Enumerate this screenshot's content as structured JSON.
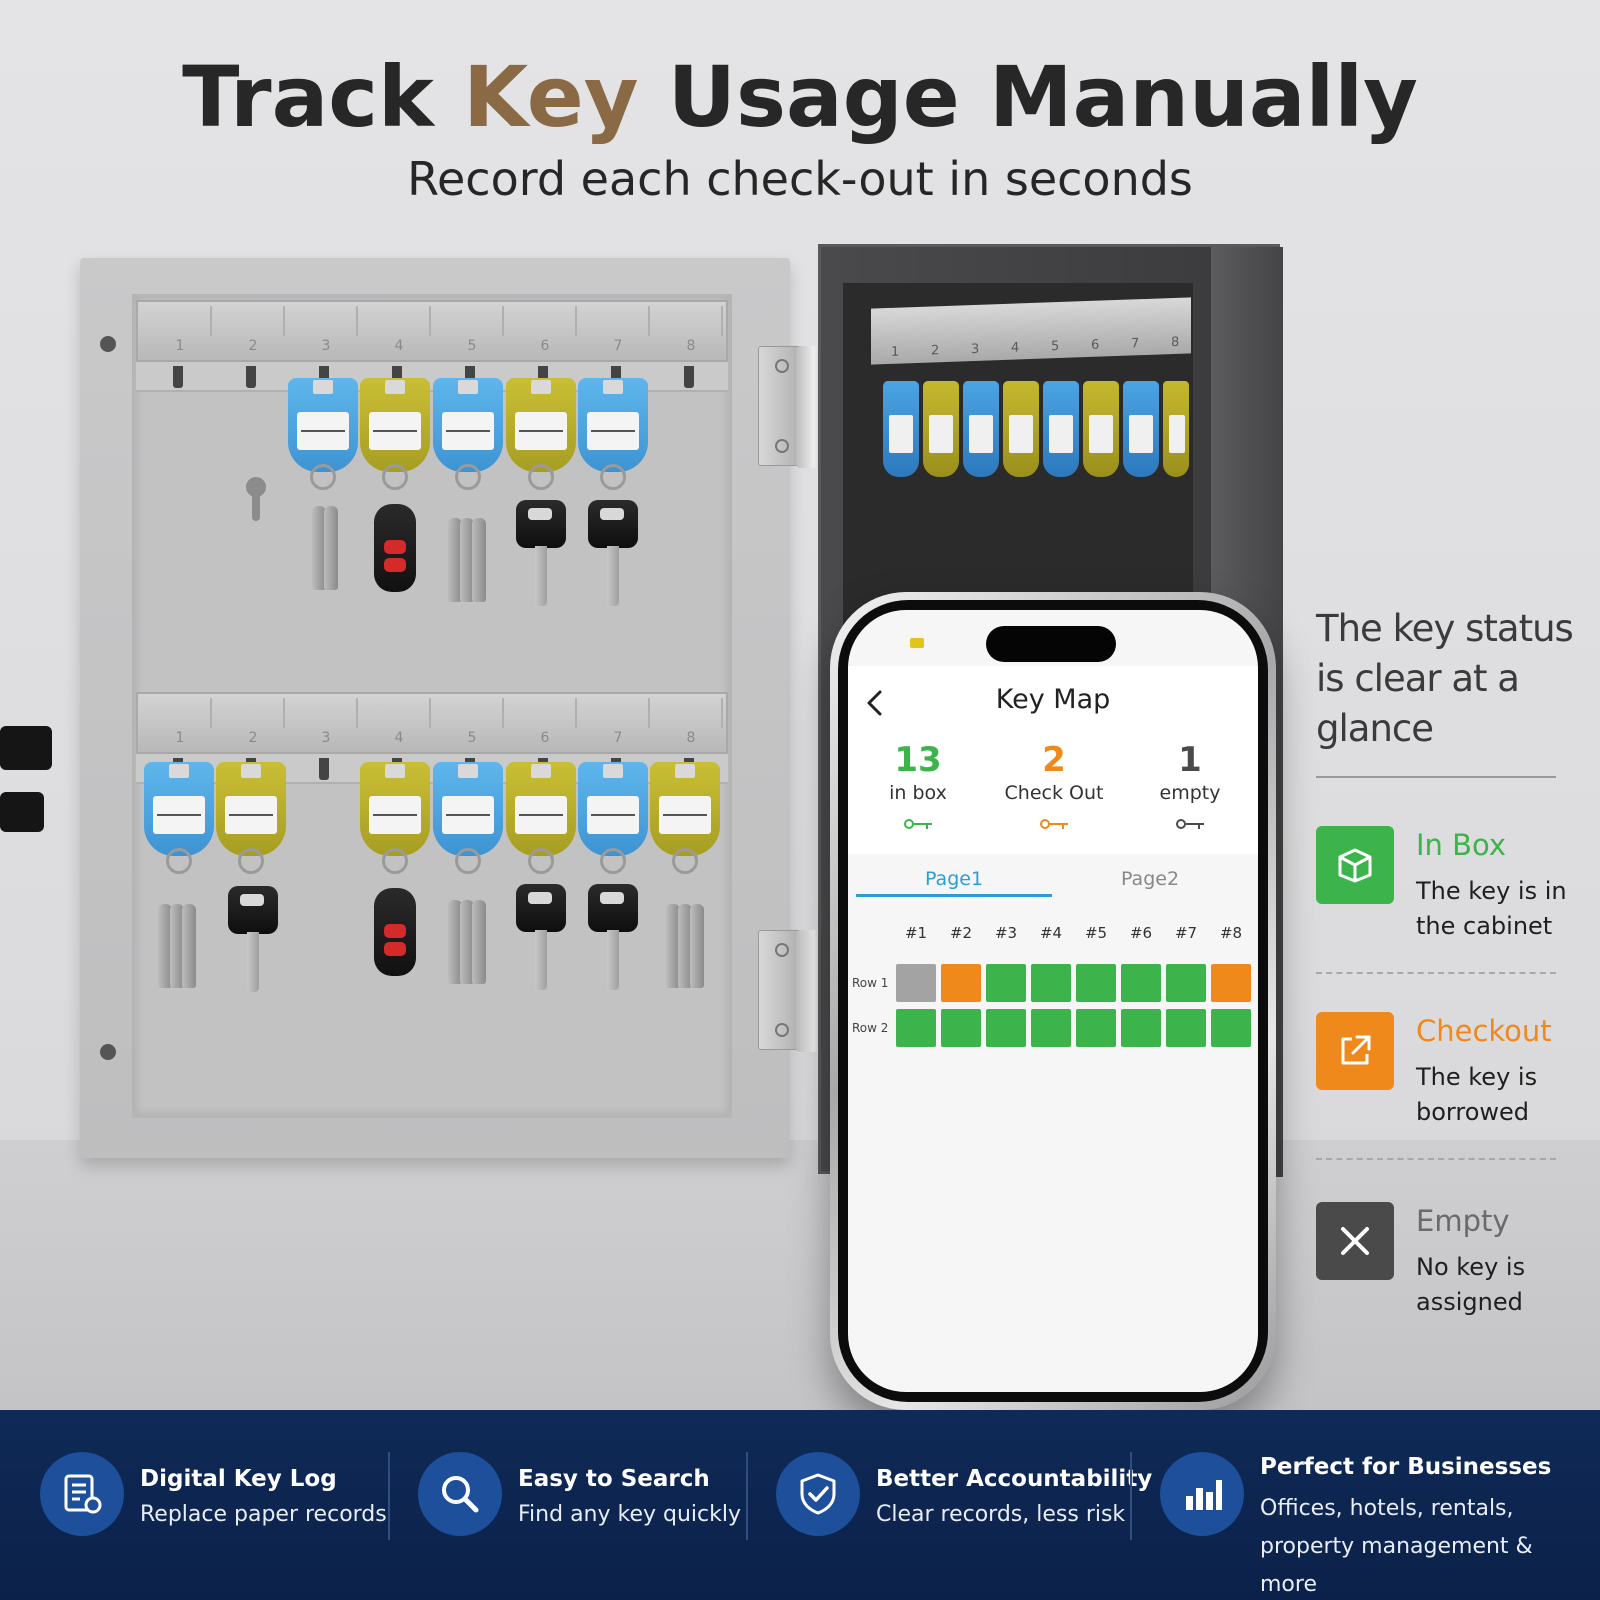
{
  "header": {
    "title_part1": "Track",
    "title_accent": "Key",
    "title_part2": "Usage Manually",
    "subtitle": "Record each check-out in seconds"
  },
  "colors": {
    "accent_brown": "#8a6a45",
    "in_box_green": "#3cb44b",
    "checkout_orange": "#f0891c",
    "empty_gray": "#4a4a4a",
    "footer_navy": "#0f2a57",
    "tab_blue": "#2a9ed6"
  },
  "cabinet": {
    "rail_numbers": [
      "1",
      "2",
      "3",
      "4",
      "5",
      "6",
      "7",
      "8"
    ]
  },
  "phone": {
    "screen_title": "Key Map",
    "back_icon": "chevron-left-icon",
    "stats": [
      {
        "value": "13",
        "label": "in box",
        "color": "#3cb44b",
        "icon": "key-icon"
      },
      {
        "value": "2",
        "label": "Check Out",
        "color": "#f0891c",
        "icon": "key-icon"
      },
      {
        "value": "1",
        "label": "empty",
        "color": "#4a4a4a",
        "icon": "key-icon"
      }
    ],
    "tabs": [
      {
        "label": "Page1",
        "active": true
      },
      {
        "label": "Page2",
        "active": false
      }
    ],
    "column_headers": [
      "#1",
      "#2",
      "#3",
      "#4",
      "#5",
      "#6",
      "#7",
      "#8"
    ],
    "rows": [
      {
        "label": "Row 1",
        "cells": [
          "empty",
          "checkout",
          "in",
          "in",
          "in",
          "in",
          "in",
          "checkout"
        ]
      },
      {
        "label": "Row 2",
        "cells": [
          "in",
          "in",
          "in",
          "in",
          "in",
          "in",
          "in",
          "in"
        ]
      }
    ]
  },
  "legend": {
    "title": "The key status is clear at a glance",
    "items": [
      {
        "name": "In Box",
        "desc": "The key is in the cabinet",
        "color": "#3cb44b",
        "icon": "box-icon"
      },
      {
        "name": "Checkout",
        "desc": "The key is borrowed",
        "color": "#f0891c",
        "icon": "external-link-icon"
      },
      {
        "name": "Empty",
        "desc": "No key is assigned",
        "color": "#4a4a4a",
        "icon": "close-icon"
      }
    ]
  },
  "footer": {
    "features": [
      {
        "title": "Digital Key Log",
        "desc": "Replace paper records",
        "icon": "document-list-icon"
      },
      {
        "title": "Easy to Search",
        "desc": "Find any key quickly",
        "icon": "search-icon"
      },
      {
        "title": "Better Accountability",
        "desc": "Clear records, less risk",
        "icon": "shield-check-icon"
      },
      {
        "title": "Perfect for Businesses",
        "desc": "Offices, hotels, rentals, property management & more",
        "icon": "bar-chart-icon"
      }
    ]
  }
}
